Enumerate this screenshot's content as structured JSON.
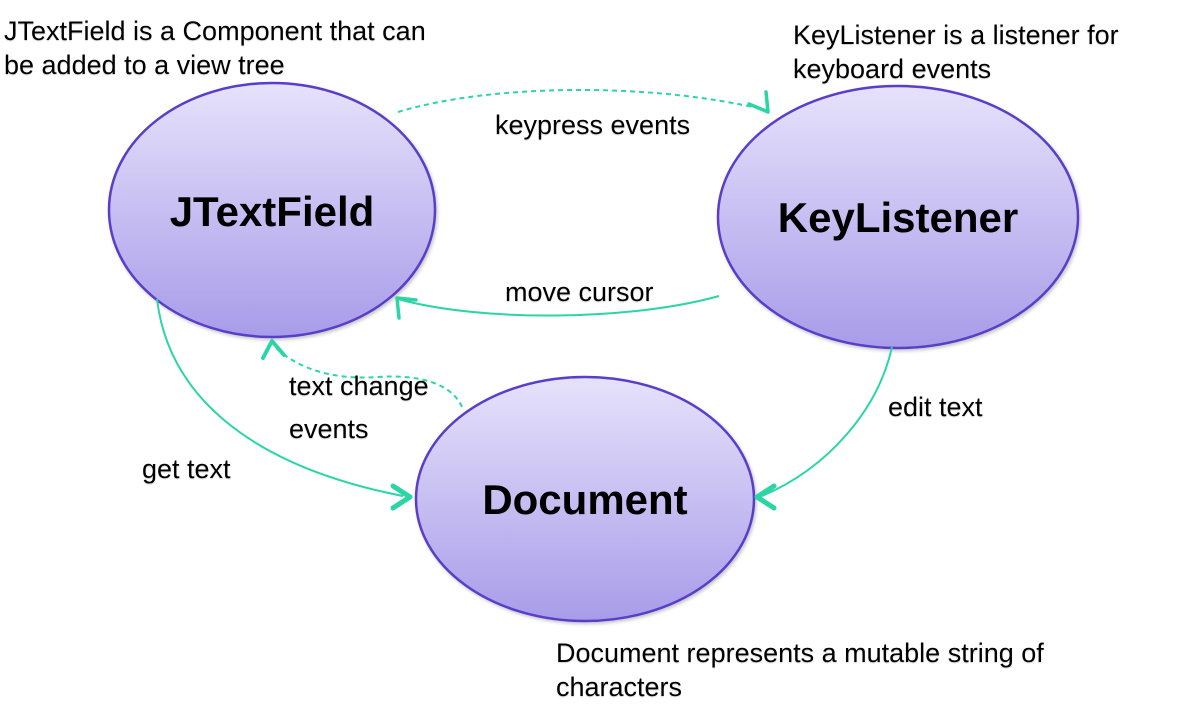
{
  "diagram": {
    "annotations": {
      "jtextfield": {
        "line1": "JTextField is a Component that can",
        "line2": "be added to a view tree"
      },
      "keylistener": {
        "line1": "KeyListener is a listener for",
        "line2": "keyboard events"
      },
      "document": {
        "line1": "Document represents a mutable string of",
        "line2": "characters"
      }
    },
    "nodes": {
      "jtextfield": {
        "label": "JTextField"
      },
      "keylistener": {
        "label": "KeyListener"
      },
      "document": {
        "label": "Document"
      }
    },
    "edges": {
      "keypress": {
        "label": "keypress events",
        "from": "JTextField",
        "to": "KeyListener",
        "style": "dashed"
      },
      "move_cursor": {
        "label": "move cursor",
        "from": "KeyListener",
        "to": "JTextField",
        "style": "solid"
      },
      "edit_text": {
        "label": "edit text",
        "from": "KeyListener",
        "to": "Document",
        "style": "solid"
      },
      "get_text": {
        "label": "get text",
        "from": "JTextField",
        "to": "Document",
        "style": "solid"
      },
      "text_change": {
        "label_line1": "text change",
        "label_line2": "events",
        "from": "Document",
        "to": "JTextField",
        "style": "dashed"
      }
    },
    "colors": {
      "node_fill_top": "#e6e2fb",
      "node_fill_bottom": "#a89ce9",
      "node_border": "#5a3ec8",
      "arrow": "#2bd5a5",
      "text": "#000000"
    }
  }
}
